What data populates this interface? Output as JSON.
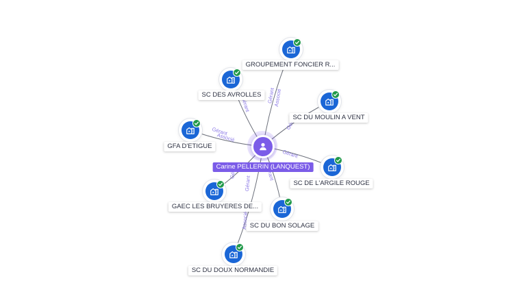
{
  "center": {
    "name": "Carine PELLERIN (LANQUEST)",
    "icon": "person-icon"
  },
  "companies": [
    {
      "id": "groupement",
      "name": "GROUPEMENT FONCIER R...",
      "icon": "building-icon",
      "verified": true,
      "relations": [
        "Gérant",
        "Associé"
      ]
    },
    {
      "id": "avrolles",
      "name": "SC DES AVROLLES",
      "icon": "building-icon",
      "verified": true,
      "relations": [
        "Gérant"
      ]
    },
    {
      "id": "moulin",
      "name": "SC DU MOULIN A VENT",
      "icon": "building-icon",
      "verified": true,
      "relations": [
        "Gérant"
      ]
    },
    {
      "id": "gfa",
      "name": "GFA D'ETIGUE",
      "icon": "building-icon",
      "verified": true,
      "relations": [
        "Gérant",
        "Associé"
      ]
    },
    {
      "id": "argile",
      "name": "SC DE L'ARGILE ROUGE",
      "icon": "building-icon",
      "verified": true,
      "relations": [
        "Gérant"
      ]
    },
    {
      "id": "gaec",
      "name": "GAEC LES BRUYERES DE...",
      "icon": "building-icon",
      "verified": true,
      "relations": [
        "Gérant"
      ]
    },
    {
      "id": "bonsolage",
      "name": "SC DU BON SOLAGE",
      "icon": "building-icon",
      "verified": true,
      "relations": [
        "Gérant"
      ]
    },
    {
      "id": "doux",
      "name": "SC DU DOUX NORMANDIE",
      "icon": "building-icon",
      "verified": true,
      "relations": [
        "Associé",
        "Gérant"
      ]
    }
  ],
  "colors": {
    "center_node": "#7b5ce8",
    "company_node": "#1a66d6",
    "verified_badge": "#21994a",
    "relation_text": "#8c7ae6",
    "edge": "#6b6f7a"
  }
}
